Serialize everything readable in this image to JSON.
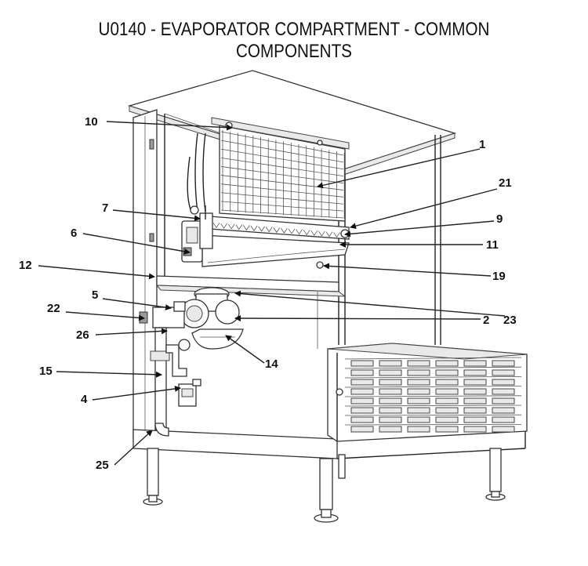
{
  "title": "U0140 - EVAPORATOR COMPARTMENT - COMMON COMPONENTS",
  "callouts": [
    {
      "id": "10",
      "text": "10"
    },
    {
      "id": "1",
      "text": "1"
    },
    {
      "id": "21",
      "text": "21"
    },
    {
      "id": "7",
      "text": "7"
    },
    {
      "id": "9",
      "text": "9"
    },
    {
      "id": "6",
      "text": "6"
    },
    {
      "id": "11",
      "text": "11"
    },
    {
      "id": "12",
      "text": "12"
    },
    {
      "id": "19",
      "text": "19"
    },
    {
      "id": "5",
      "text": "5"
    },
    {
      "id": "22",
      "text": "22"
    },
    {
      "id": "2",
      "text": "2"
    },
    {
      "id": "23",
      "text": "23"
    },
    {
      "id": "26",
      "text": "26"
    },
    {
      "id": "14",
      "text": "14"
    },
    {
      "id": "15",
      "text": "15"
    },
    {
      "id": "4",
      "text": "4"
    },
    {
      "id": "25",
      "text": "25"
    }
  ]
}
